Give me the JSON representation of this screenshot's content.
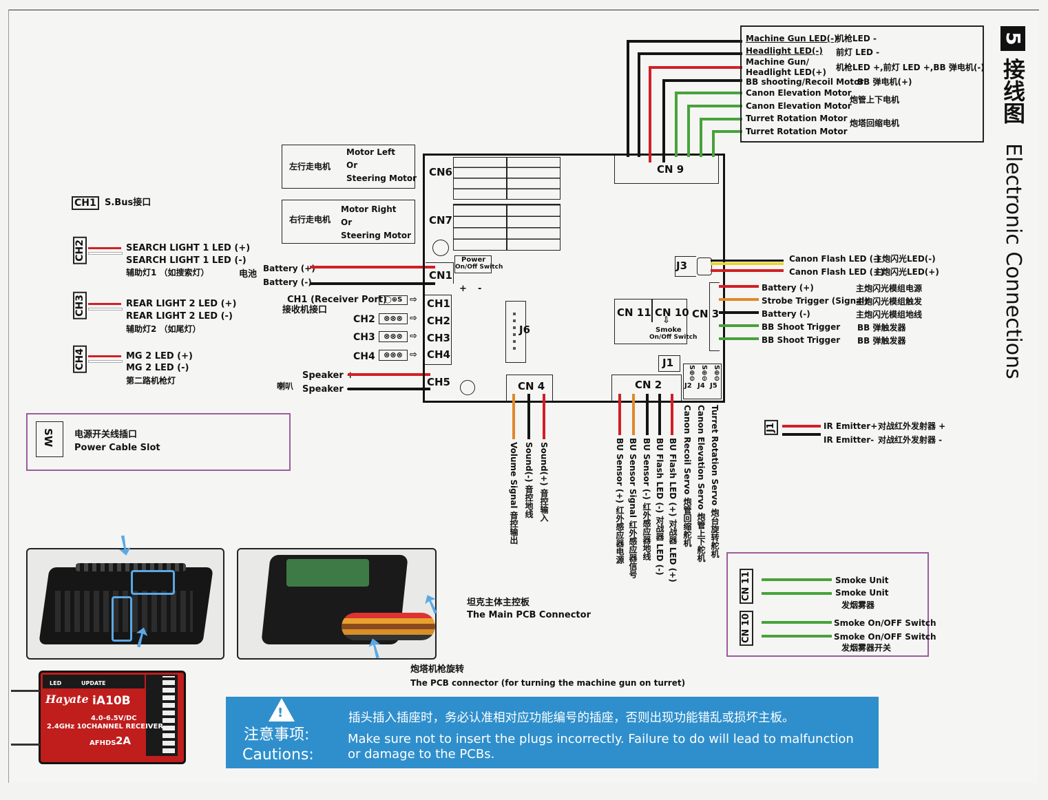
{
  "title": {
    "num": "5",
    "cn": "接线图",
    "en": "Electronic Connections"
  },
  "left_labels": {
    "ch1_tag": "CH1",
    "ch1_text": "S.Bus接口",
    "ch2_tag": "CH2",
    "ch2_l1": "SEARCH LIGHT 1 LED (+)",
    "ch2_l2": "SEARCH LIGHT 1 LED (-)",
    "ch2_l3": "辅助灯1 （如搜索灯）",
    "ch3_tag": "CH3",
    "ch3_l1": "REAR LIGHT 2 LED (+)",
    "ch3_l2": "REAR LIGHT 2 LED (-)",
    "ch3_l3": "辅助灯2 （如尾灯）",
    "ch4_tag": "CH4",
    "ch4_l1": "MG 2 LED (+)",
    "ch4_l2": "MG 2 LED (-)",
    "ch4_l3": "第二路机枪灯",
    "sw_tag": "SW",
    "sw_l1": "电源开关线插口",
    "sw_l2": "Power Cable Slot"
  },
  "motors": {
    "left_cn": "左行走电机",
    "left_l1": "Motor Left",
    "left_l2": "Or",
    "left_l3": "Steering Motor",
    "right_cn": "右行走电机",
    "right_l1": "Motor Right",
    "right_l2": "Or",
    "right_l3": "Steering Motor"
  },
  "battery": {
    "cn": "电池",
    "plus": "Battery (+)",
    "minus": "Battery (-)"
  },
  "receiver": {
    "port": "CH1 (Receiver Port)",
    "port_cn": "接收机接口",
    "ch2": "CH2",
    "ch3": "CH3",
    "ch4": "CH4"
  },
  "speaker": {
    "cn": "喇叭",
    "plus": "Speaker +",
    "minus": "Speaker -"
  },
  "board": {
    "cn6": "CN6",
    "cn7": "CN7",
    "cn1": "CN1",
    "ch1": "CH1",
    "ch2": "CH2",
    "ch3": "CH3",
    "ch4": "CH4",
    "ch5": "CH5",
    "j6": "J6",
    "cn4": "CN 4",
    "cn2": "CN 2",
    "cn9": "CN 9",
    "j3": "J3",
    "cn11": "CN 11",
    "cn10": "CN 10",
    "cn3": "CN 3",
    "j1": "J1",
    "power1": "Power",
    "power2": "On/Off Switch",
    "smoke1": "Smoke",
    "smoke2": "On/Off Switch",
    "j2": "J2",
    "j4": "J4",
    "j5": "J5",
    "plus": "+",
    "minus": "-"
  },
  "cn9_box": {
    "r1_en": "Machine Gun LED(-)",
    "r1_cn": "机枪LED -",
    "r2_en": "Headlight LED(-)",
    "r2_cn": "前灯 LED -",
    "r3_en1": "Machine Gun/",
    "r3_en2": "Headlight LED(+)",
    "r3_cn": "机枪LED +,前灯 LED +,BB 弹电机(-)",
    "r4_en": "BB shooting/Recoil Motor",
    "r4_cn": "BB 弹电机(+)",
    "r5_en": "Canon Elevation Motor",
    "r6_en": "Canon Elevation Motor",
    "r56_cn": "炮管上下电机",
    "r7_en": "Turret Rotation Motor",
    "r8_en": "Turret Rotation Motor",
    "r78_cn": "炮塔回缩电机"
  },
  "right_labels": {
    "j3_l1": "Canon Flash LED (-)",
    "j3_l1_cn": "主炮闪光LED(-)",
    "j3_l2": "Canon Flash LED (+)",
    "j3_l2_cn": "主炮闪光LED(+)",
    "cn3_l1": "Battery (+)",
    "cn3_l1_cn": "主炮闪光模组电源",
    "cn3_l2": "Strobe Trigger (Signal)",
    "cn3_l2_cn": "主炮闪光模组触发",
    "cn3_l3": "Battery (-)",
    "cn3_l3_cn": "主炮闪光模组地线",
    "cn3_l4": "BB Shoot Trigger",
    "cn3_l4_cn": "BB 弹触发器",
    "cn3_l5": "BB Shoot Trigger",
    "cn3_l5_cn": "BB 弹触发器",
    "j1_tag": "J1",
    "ir1": "IR Emitter+",
    "ir1_cn": "对战红外发射器 +",
    "ir2": "IR Emitter-",
    "ir2_cn": "对战红外发射器 -"
  },
  "bottom_vertical": {
    "cn4_1": "Volume Signal  音控输出",
    "cn4_2": "Sound(-)  音控地线",
    "cn4_3": "Sound(+)  音控输入",
    "cn2_1": "BU Sensor (+)  红外感应器电源",
    "cn2_2": "BU Sensor Signal  红外感应器信号",
    "cn2_3": "BU Sensor (-)  红外感应器地线",
    "cn2_4": "BU Flash LED (-)  对战器 LED (-)",
    "cn2_5": "BU Flash LED (+)  对战器 LED (+)",
    "j2": "Canon Recoil Servo  炮管回缩舵机",
    "j4": "Canon Elevation Servo  炮管上下舵机",
    "j5": "Turret Rotation Servo  炮台旋转舵机"
  },
  "smoke_box": {
    "cn11": "CN 11",
    "cn10": "CN 10",
    "l1": "Smoke Unit",
    "l2": "Smoke Unit",
    "l2_cn": "发烟雾器",
    "l3": "Smoke On/OFF Switch",
    "l4": "Smoke On/OFF Switch",
    "l4_cn": "发烟雾器开关"
  },
  "photos": {
    "main_cn": "坦克主体主控板",
    "main_en": "The Main PCB Connector",
    "turret_cn": "炮塔机枪旋转",
    "turret_en": "The PCB connector (for turning the machine gun on turret)"
  },
  "receiver_unit": {
    "brand": "Hayate",
    "model": "iA10B",
    "volt": "4.0-6.5V/DC",
    "desc": "2.4GHz 10CHANNEL RECEIVER",
    "afhds": "AFHDS",
    "afhds2": "2A",
    "led": "LED",
    "update": "UPDATE"
  },
  "caution": {
    "cn_title": "注意事项:",
    "en_title": "Cautions:",
    "cn_text": "插头插入插座时，务必认准相对应功能编号的插座，否则出现功能错乱或损坏主板。",
    "en_text1": "Make sure not to insert the plugs incorrectly. Failure to do will lead to malfunction",
    "en_text2": "or damage to the PCBs."
  },
  "colors": {
    "red": "#d11f25",
    "black": "#141414",
    "green": "#47a23a",
    "orange": "#e0882a",
    "yellow": "#e9d534",
    "purple": "#9c5b9c",
    "caution_blue": "#2f8fcc"
  }
}
